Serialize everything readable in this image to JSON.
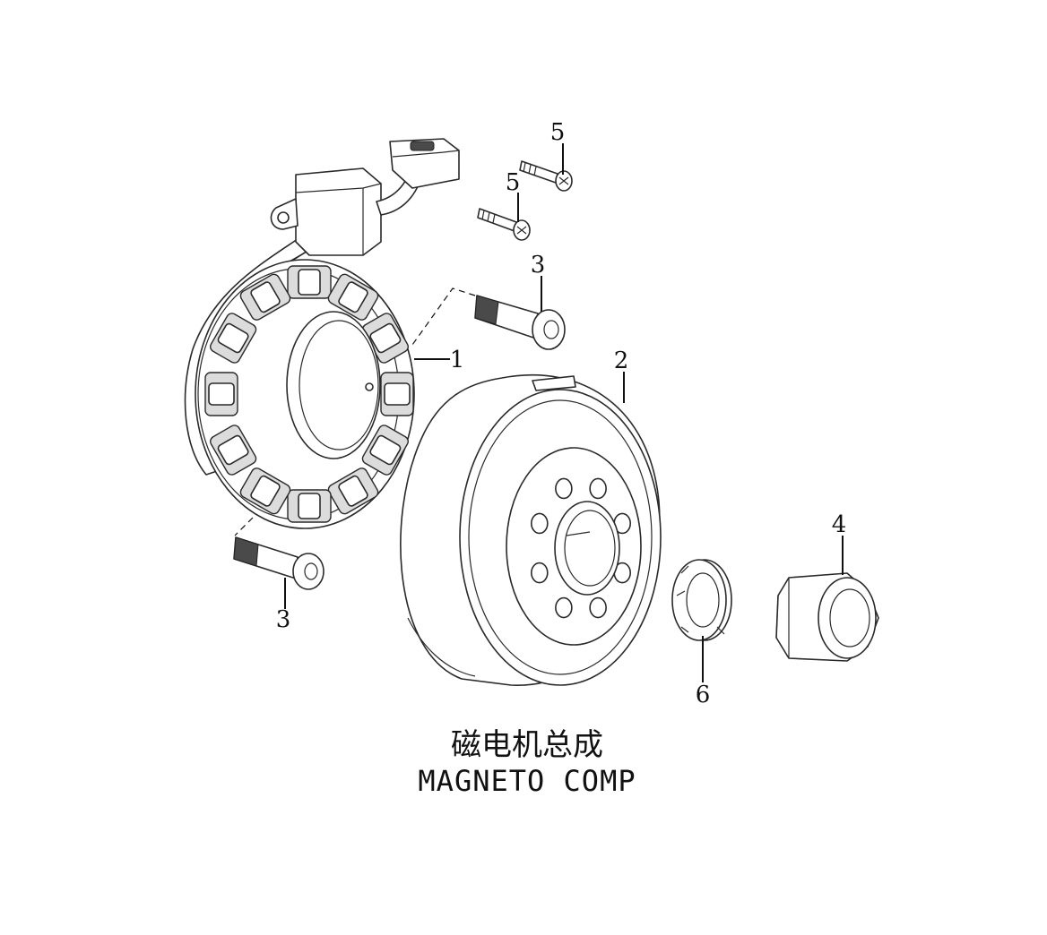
{
  "diagram": {
    "callouts": [
      {
        "id": "stator",
        "label": "1"
      },
      {
        "id": "flywheel",
        "label": "2"
      },
      {
        "id": "bolt-upper",
        "label": "3"
      },
      {
        "id": "bolt-lower",
        "label": "3"
      },
      {
        "id": "nut",
        "label": "4"
      },
      {
        "id": "screw-top",
        "label": "5"
      },
      {
        "id": "screw-mid",
        "label": "5"
      },
      {
        "id": "washer",
        "label": "6"
      }
    ],
    "caption": {
      "chinese": "磁电机总成",
      "english": "MAGNETO COMP"
    }
  }
}
